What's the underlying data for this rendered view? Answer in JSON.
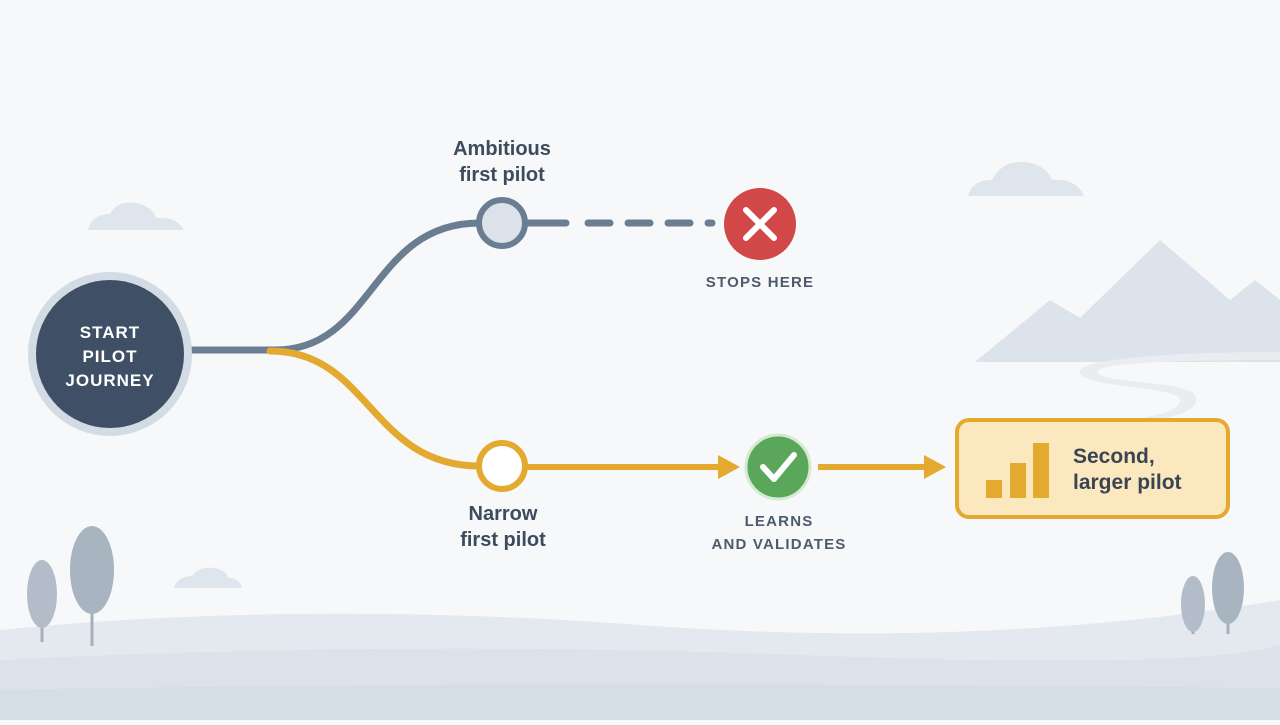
{
  "start_node": {
    "lines": [
      "START",
      "PILOT",
      "JOURNEY"
    ]
  },
  "ambitious_branch": {
    "label_lines": [
      "Ambitious",
      "first pilot"
    ],
    "outcome_label": "STOPS HERE",
    "outcome_icon": "x-icon"
  },
  "narrow_branch": {
    "label_lines": [
      "Narrow",
      "first pilot"
    ],
    "outcome_label_lines": [
      "LEARNS",
      "AND VALIDATES"
    ],
    "outcome_icon": "checkmark-icon"
  },
  "result_box": {
    "label_lines": [
      "Second,",
      "larger pilot"
    ],
    "icon": "bar-chart-icon"
  },
  "colors": {
    "slate_path": "#6b7d91",
    "gold_path": "#e3aa2f",
    "start_fill": "#3f5066",
    "fail_red": "#d14848",
    "success_green": "#5aa65a",
    "box_fill": "#fbe8bf",
    "landscape": "#dfe5ec"
  }
}
